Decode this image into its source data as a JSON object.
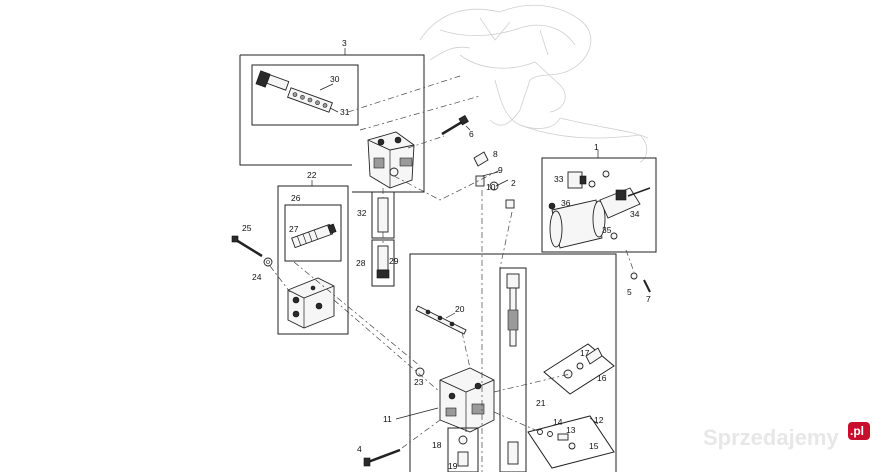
{
  "callouts": {
    "c1": "1",
    "c2": "2",
    "c3": "3",
    "c4": "4",
    "c5": "5",
    "c6": "6",
    "c7": "7",
    "c8": "8",
    "c9": "9",
    "c10": "10",
    "c11": "11",
    "c12": "12",
    "c13": "13",
    "c14": "14",
    "c15": "15",
    "c16": "16",
    "c17": "17",
    "c18": "18",
    "c19": "19",
    "c20": "20",
    "c21": "21",
    "c22": "22",
    "c23": "23",
    "c24": "24",
    "c25": "25",
    "c26": "26",
    "c27": "27",
    "c28": "28",
    "c29": "29",
    "c30": "30",
    "c31": "31",
    "c32": "32",
    "c33": "33",
    "c34": "34",
    "c35": "35",
    "c36": "36"
  },
  "watermark": {
    "text": "Sprzedajemy",
    "suffix": ".pl",
    "color": "#e7e7e7",
    "badge_color": "#c8102e"
  }
}
